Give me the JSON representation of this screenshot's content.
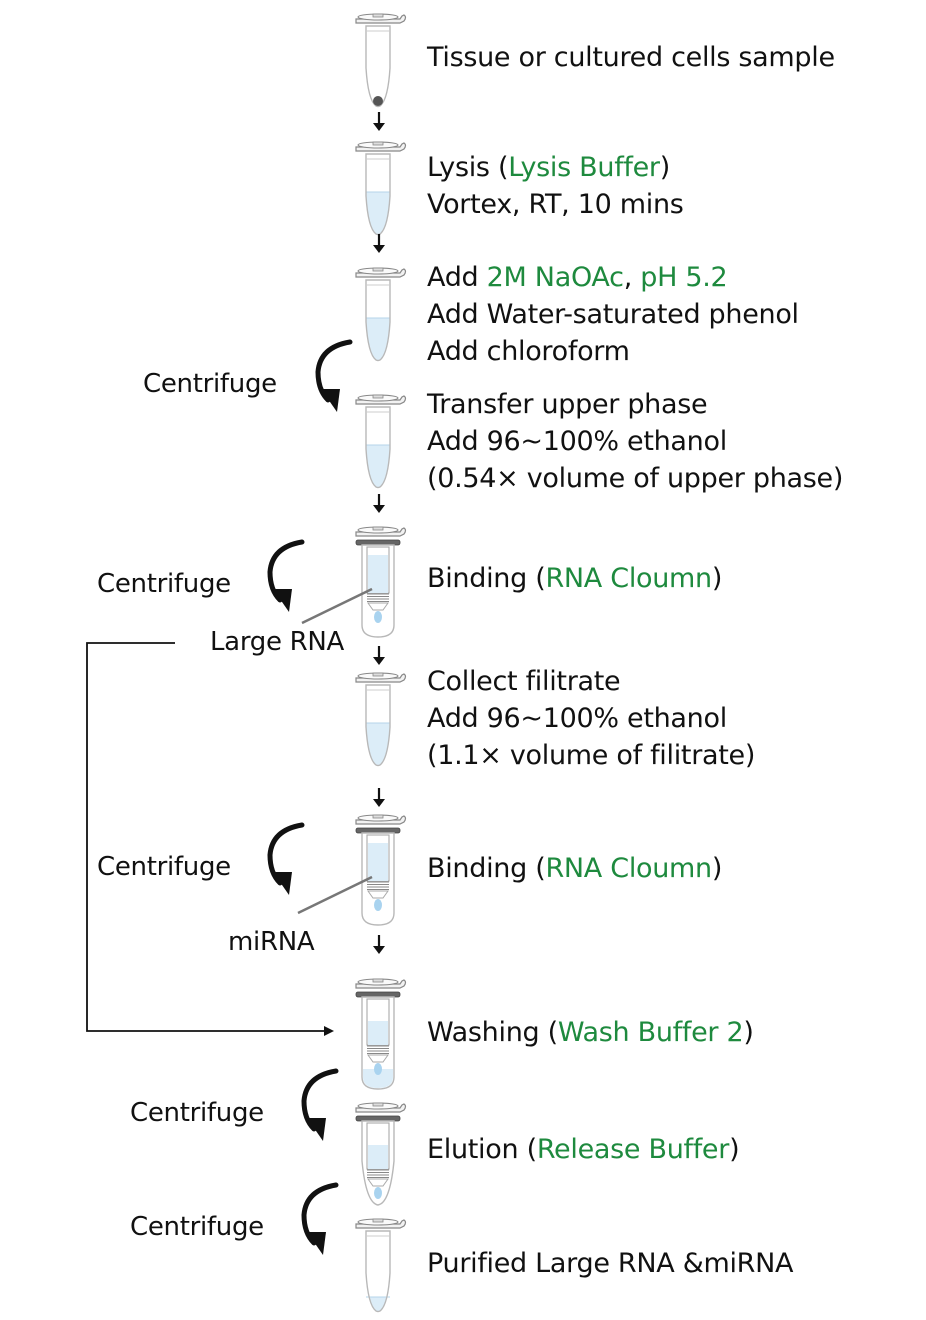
{
  "title": "Large RNA & miRNA purification workflow",
  "colors": {
    "text": "#111111",
    "reagent": "#1e8a3e",
    "liquid": "#dcedf8",
    "drop": "#a9d3ef",
    "tube_outline": "#b8b8b8",
    "connector": "#777777"
  },
  "steps": [
    {
      "tube": "pellet",
      "lines": [
        [
          {
            "t": "Tissue or cultured cells sample"
          }
        ]
      ]
    },
    {
      "tube": "liquid",
      "lines": [
        [
          {
            "t": "Lysis ("
          },
          {
            "t": "Lysis Buffer",
            "g": true
          },
          {
            "t": ")"
          }
        ],
        [
          {
            "t": "Vortex, RT, 10 mins"
          }
        ]
      ]
    },
    {
      "tube": "liquid",
      "lines": [
        [
          {
            "t": "Add "
          },
          {
            "t": "2M NaOAc",
            "g": true
          },
          {
            "t": ", "
          },
          {
            "t": "pH 5.2",
            "g": true
          }
        ],
        [
          {
            "t": "Add Water-saturated phenol"
          }
        ],
        [
          {
            "t": "Add chloroform"
          }
        ]
      ]
    },
    {
      "tube": "liquid",
      "lines": [
        [
          {
            "t": "Transfer upper phase"
          }
        ],
        [
          {
            "t": "Add 96~100% ethanol"
          }
        ],
        [
          {
            "t": "(0.54× volume of upper phase)"
          }
        ]
      ]
    },
    {
      "tube": "column",
      "lines": [
        [
          {
            "t": "Binding ("
          },
          {
            "t": "RNA Cloumn",
            "g": true
          },
          {
            "t": ")"
          }
        ]
      ]
    },
    {
      "tube": "liquid",
      "lines": [
        [
          {
            "t": "Collect filitrate"
          }
        ],
        [
          {
            "t": "Add 96~100% ethanol"
          }
        ],
        [
          {
            "t": "(1.1× volume of filitrate)"
          }
        ]
      ]
    },
    {
      "tube": "column",
      "lines": [
        [
          {
            "t": "Binding ("
          },
          {
            "t": "RNA Cloumn",
            "g": true
          },
          {
            "t": ")"
          }
        ]
      ]
    },
    {
      "tube": "column-wash",
      "lines": [
        [
          {
            "t": "Washing ("
          },
          {
            "t": "Wash Buffer 2",
            "g": true
          },
          {
            "t": ")"
          }
        ]
      ]
    },
    {
      "tube": "column-elute",
      "lines": [
        [
          {
            "t": "Elution ("
          },
          {
            "t": "Release Buffer",
            "g": true
          },
          {
            "t": ")"
          }
        ]
      ]
    },
    {
      "tube": "final",
      "lines": [
        [
          {
            "t": "Purified Large RNA &miRNA"
          }
        ]
      ]
    }
  ],
  "centrifuge_label": "Centrifuge",
  "large_rna_label": "Large RNA",
  "mirna_label": "miRNA",
  "icons": {
    "down_arrow": "down-arrow-icon",
    "centrifuge_arrow": "curved-arrow-icon",
    "tube": "microcentrifuge-tube-icon",
    "column": "spin-column-icon"
  }
}
